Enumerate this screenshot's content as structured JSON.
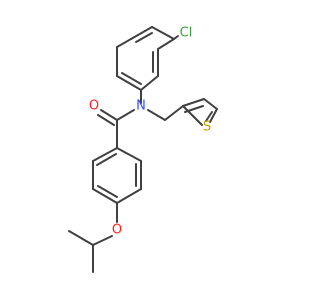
{
  "molecule": {
    "atoms": {
      "chlorine": {
        "label": "Cl",
        "color": "#3ea53e"
      },
      "nitrogen": {
        "label": "N",
        "color": "#3050f8"
      },
      "carbonyl_oxygen": {
        "label": "O",
        "color": "#ff2020"
      },
      "ether_oxygen": {
        "label": "O",
        "color": "#ff2020"
      },
      "sulfur": {
        "label": "S",
        "color": "#c8a000"
      }
    },
    "bond_color": "#404040"
  }
}
